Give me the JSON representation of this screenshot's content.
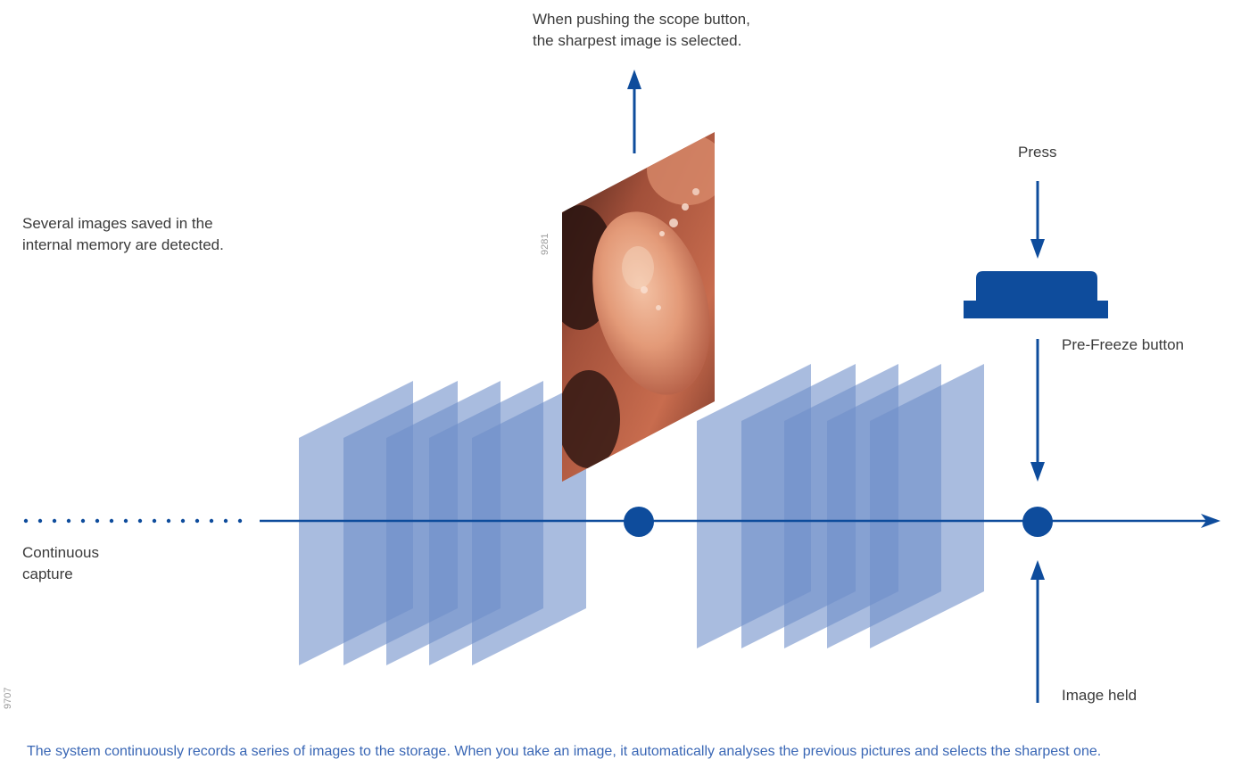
{
  "labels": {
    "scope_line1": "When pushing the scope button,",
    "scope_line2": "the sharpest image is selected.",
    "press": "Press",
    "memory_line1": "Several images saved in the",
    "memory_line2": "internal memory are detected.",
    "prefreeze": "Pre-Freeze button",
    "continuous_line1": "Continuous",
    "continuous_line2": "capture",
    "image_held": "Image held"
  },
  "codes": {
    "photo_code": "9281",
    "figure_code": "9707"
  },
  "caption": "The system continuously records a series of images to the storage. When you take an image, it automatically analyses the previous pictures and selects the sharpest one.",
  "colors": {
    "accent": "#0e4c9c",
    "frame": "#6f8fca",
    "text": "#3a3a3a",
    "caption": "#3a67b5"
  }
}
